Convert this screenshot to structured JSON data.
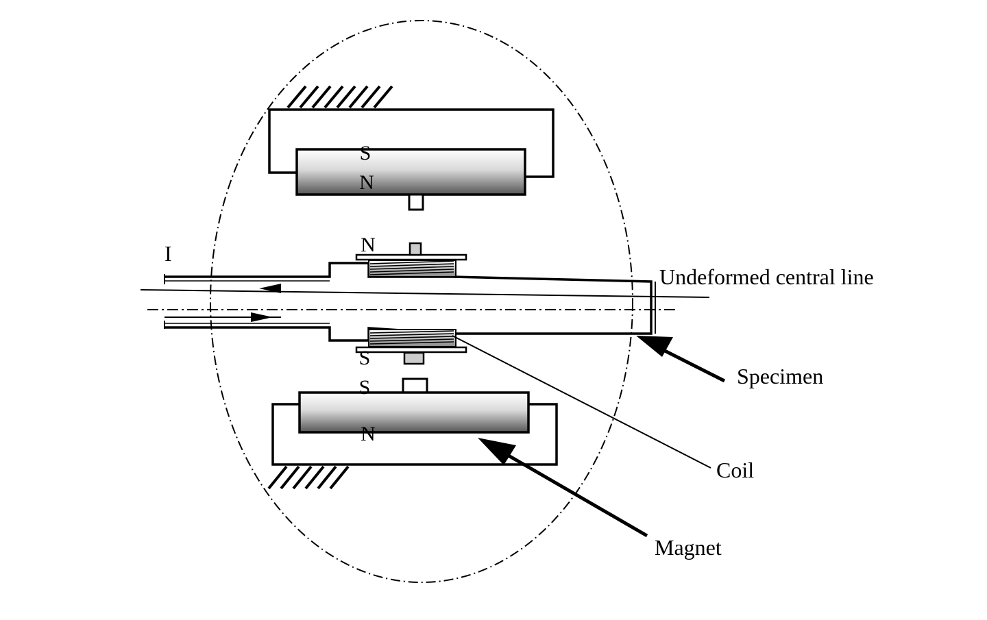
{
  "labels": {
    "current": "I",
    "central_line": "Undeformed central line",
    "specimen": "Specimen",
    "coil": "Coil",
    "magnet": "Magnet"
  },
  "poles": {
    "top_magnet_upper": "S",
    "top_magnet_lower": "N",
    "upper_coil": "N",
    "lower_coil": "S",
    "bottom_magnet_upper": "S",
    "bottom_magnet_lower": "N"
  },
  "colors": {
    "ink": "#000000",
    "background": "#ffffff"
  }
}
